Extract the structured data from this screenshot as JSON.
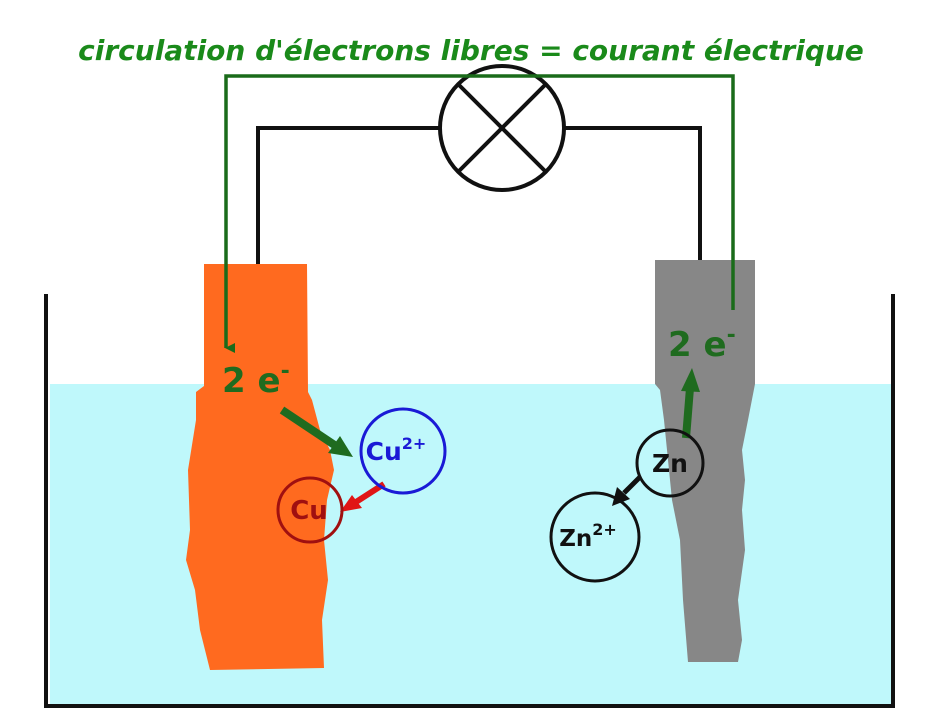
{
  "title": "circulation d'électrons libres = courant électrique",
  "left_electrons": {
    "coefficient": "2 e",
    "charge": "-"
  },
  "right_electrons": {
    "coefficient": "2 e",
    "charge": "-"
  },
  "cu_ion": {
    "symbol": "Cu",
    "charge": "2+"
  },
  "cu_atom": {
    "symbol": "Cu"
  },
  "zn_atom": {
    "symbol": "Zn"
  },
  "zn_ion": {
    "symbol": "Zn",
    "charge": "2+"
  },
  "colors": {
    "title_green": "#1a8a1a",
    "electron_green": "#1f6b1f",
    "copper": "#ff6a1f",
    "zinc": "#878787",
    "solution": "#bff8fb",
    "cu_ion_blue": "#1a1ad6",
    "cu_atom_red": "#a01010",
    "red_arrow": "#e01515"
  }
}
